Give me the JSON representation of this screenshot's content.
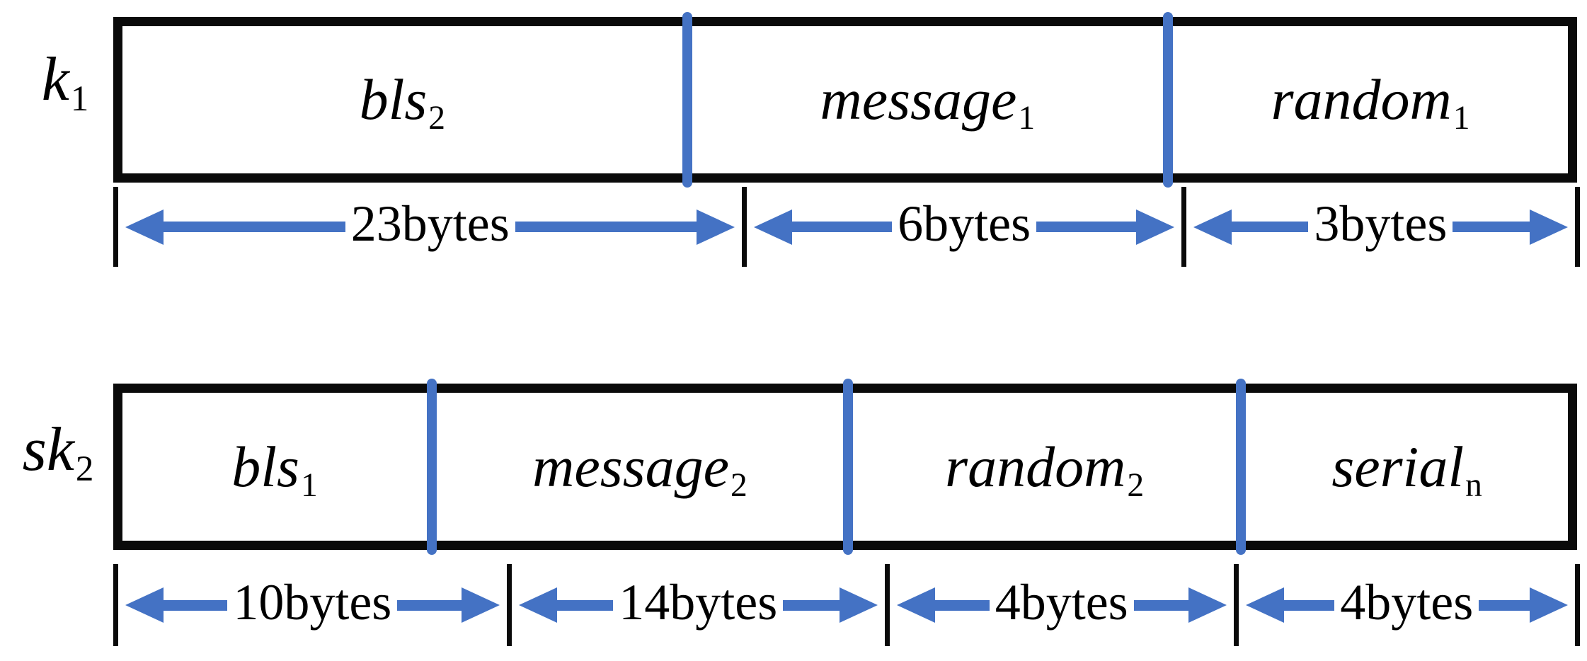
{
  "figure": {
    "rows": [
      {
        "label": {
          "base": "k",
          "sub": "1"
        },
        "segments": [
          {
            "name": {
              "base": "bls",
              "sub": "2"
            },
            "size_label": "23bytes",
            "size_bytes": 23
          },
          {
            "name": {
              "base": "message",
              "sub": "1"
            },
            "size_label": "6bytes",
            "size_bytes": 6
          },
          {
            "name": {
              "base": "random",
              "sub": "1"
            },
            "size_label": "3bytes",
            "size_bytes": 3
          }
        ]
      },
      {
        "label": {
          "base": "sk",
          "sub": "2"
        },
        "segments": [
          {
            "name": {
              "base": "bls",
              "sub": "1"
            },
            "size_label": "10bytes",
            "size_bytes": 10
          },
          {
            "name": {
              "base": "message",
              "sub": "2"
            },
            "size_label": "14bytes",
            "size_bytes": 14
          },
          {
            "name": {
              "base": "random",
              "sub": "2"
            },
            "size_label": "4bytes",
            "size_bytes": 4
          },
          {
            "name": {
              "base": "serial",
              "sub": "n"
            },
            "size_label": "4bytes",
            "size_bytes": 4
          }
        ]
      }
    ],
    "colors": {
      "accent_blue": "#4472C4",
      "line_black": "#0a0a0a"
    }
  }
}
